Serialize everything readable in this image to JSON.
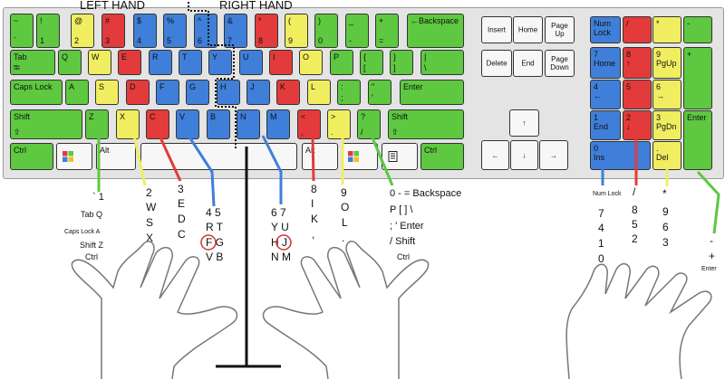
{
  "headers": {
    "left": "LEFT HAND",
    "right": "RIGHT HAND"
  },
  "colors": {
    "green": "#5dc840",
    "yellow": "#f0ee60",
    "red": "#e33b3b",
    "blue": "#3f7fd9",
    "white": "#f7f7f7"
  },
  "keys": [
    {
      "id": "grave",
      "t": "~",
      "b": "`",
      "c": "g"
    },
    {
      "id": "1",
      "t": "!",
      "b": "1",
      "c": "g"
    },
    {
      "id": "2",
      "t": "@",
      "b": "2",
      "c": "y"
    },
    {
      "id": "3",
      "t": "#",
      "b": "3",
      "c": "r"
    },
    {
      "id": "4",
      "t": "$",
      "b": "4",
      "c": "bl"
    },
    {
      "id": "5",
      "t": "%",
      "b": "5",
      "c": "bl"
    },
    {
      "id": "6",
      "t": "^",
      "b": "6",
      "c": "bl"
    },
    {
      "id": "7",
      "t": "&",
      "b": "7",
      "c": "bl"
    },
    {
      "id": "8",
      "t": "*",
      "b": "8",
      "c": "r"
    },
    {
      "id": "9",
      "t": "(",
      "b": "9",
      "c": "y"
    },
    {
      "id": "0",
      "t": ")",
      "b": "0",
      "c": "g"
    },
    {
      "id": "minus",
      "t": "_",
      "b": "-",
      "c": "g"
    },
    {
      "id": "equals",
      "t": "+",
      "b": "=",
      "c": "g"
    },
    {
      "id": "backspace",
      "t": "←Backspace",
      "c": "g"
    },
    {
      "id": "tab",
      "t": "Tab",
      "b": "⭾",
      "c": "g"
    },
    {
      "id": "q",
      "t": "Q",
      "c": "g"
    },
    {
      "id": "w",
      "t": "W",
      "c": "y"
    },
    {
      "id": "e",
      "t": "E",
      "c": "r"
    },
    {
      "id": "r",
      "t": "R",
      "c": "bl"
    },
    {
      "id": "t",
      "t": "T",
      "c": "bl"
    },
    {
      "id": "y",
      "t": "Y",
      "c": "bl"
    },
    {
      "id": "u",
      "t": "U",
      "c": "bl"
    },
    {
      "id": "i",
      "t": "I",
      "c": "r"
    },
    {
      "id": "o",
      "t": "O",
      "c": "y"
    },
    {
      "id": "p",
      "t": "P",
      "c": "g"
    },
    {
      "id": "lbracket",
      "t": "{",
      "b": "[",
      "c": "g"
    },
    {
      "id": "rbracket",
      "t": "}",
      "b": "]",
      "c": "g"
    },
    {
      "id": "backslash",
      "t": "|",
      "b": "\\",
      "c": "g"
    },
    {
      "id": "caps",
      "t": "Caps Lock",
      "c": "g"
    },
    {
      "id": "a",
      "t": "A",
      "c": "g"
    },
    {
      "id": "s",
      "t": "S",
      "c": "y"
    },
    {
      "id": "d",
      "t": "D",
      "c": "r"
    },
    {
      "id": "f",
      "t": "F",
      "c": "bl"
    },
    {
      "id": "g",
      "t": "G",
      "c": "bl"
    },
    {
      "id": "h",
      "t": "H",
      "c": "bl"
    },
    {
      "id": "j",
      "t": "J",
      "c": "bl"
    },
    {
      "id": "k",
      "t": "K",
      "c": "r"
    },
    {
      "id": "l",
      "t": "L",
      "c": "y"
    },
    {
      "id": "semicolon",
      "t": ":",
      "b": ";",
      "c": "g"
    },
    {
      "id": "quote",
      "t": "\"",
      "b": "'",
      "c": "g"
    },
    {
      "id": "enter",
      "t": "Enter",
      "c": "g"
    },
    {
      "id": "lshift",
      "t": "Shift",
      "b": "⇧",
      "c": "g"
    },
    {
      "id": "z",
      "t": "Z",
      "c": "g"
    },
    {
      "id": "x",
      "t": "X",
      "c": "y"
    },
    {
      "id": "c",
      "t": "C",
      "c": "r"
    },
    {
      "id": "v",
      "t": "V",
      "c": "bl"
    },
    {
      "id": "b",
      "t": "B",
      "c": "bl"
    },
    {
      "id": "n",
      "t": "N",
      "c": "bl"
    },
    {
      "id": "m",
      "t": "M",
      "c": "bl"
    },
    {
      "id": "comma",
      "t": "<",
      "b": ",",
      "c": "r"
    },
    {
      "id": "period",
      "t": ">",
      "b": ".",
      "c": "y"
    },
    {
      "id": "slash",
      "t": "?",
      "b": "/",
      "c": "g"
    },
    {
      "id": "rshift",
      "t": "Shift",
      "b": "⇧",
      "c": "g"
    },
    {
      "id": "lctrl",
      "t": "Ctrl",
      "c": "g"
    },
    {
      "id": "lwin",
      "c": "w",
      "icon": "windows-logo-icon"
    },
    {
      "id": "lalt",
      "t": "Alt",
      "c": "w"
    },
    {
      "id": "space",
      "c": "w"
    },
    {
      "id": "ralt",
      "t": "Alt",
      "c": "w"
    },
    {
      "id": "rwin",
      "c": "w",
      "icon": "windows-logo-icon"
    },
    {
      "id": "menu",
      "c": "w",
      "icon": "menu-key-icon"
    },
    {
      "id": "rctrl",
      "t": "Ctrl",
      "c": "g"
    },
    {
      "id": "insert",
      "m": "Insert",
      "c": "w"
    },
    {
      "id": "home",
      "m": "Home",
      "c": "w"
    },
    {
      "id": "pgup",
      "m": "Page\nUp",
      "c": "w"
    },
    {
      "id": "delete",
      "m": "Delete",
      "c": "w"
    },
    {
      "id": "end",
      "m": "End",
      "c": "w"
    },
    {
      "id": "pgdn",
      "m": "Page\nDown",
      "c": "w"
    },
    {
      "id": "up",
      "m": "↑",
      "c": "w"
    },
    {
      "id": "left",
      "m": "←",
      "c": "w"
    },
    {
      "id": "down",
      "m": "↓",
      "c": "w"
    },
    {
      "id": "right",
      "m": "→",
      "c": "w"
    },
    {
      "id": "numlock",
      "t": "Num\nLock",
      "c": "bl"
    },
    {
      "id": "npdiv",
      "t": "/",
      "c": "r"
    },
    {
      "id": "npmul",
      "t": "*",
      "c": "y"
    },
    {
      "id": "npminus",
      "t": "-",
      "c": "g"
    },
    {
      "id": "np7",
      "t": "7\nHome",
      "c": "bl"
    },
    {
      "id": "np8",
      "t": "8\n↑",
      "c": "r"
    },
    {
      "id": "np9",
      "t": "9\nPgUp",
      "c": "y"
    },
    {
      "id": "npplus",
      "t": "+",
      "c": "g"
    },
    {
      "id": "np4",
      "t": "4\n←",
      "c": "bl"
    },
    {
      "id": "np5",
      "t": "5",
      "c": "r"
    },
    {
      "id": "np6",
      "t": "6\n→",
      "c": "y"
    },
    {
      "id": "np1",
      "t": "1\nEnd",
      "c": "bl"
    },
    {
      "id": "np2",
      "t": "2\n↓",
      "c": "r"
    },
    {
      "id": "np3",
      "t": "3\nPgDn",
      "c": "y"
    },
    {
      "id": "npenter",
      "t": "Enter",
      "c": "g"
    },
    {
      "id": "np0",
      "t": "0\nIns",
      "c": "bl"
    },
    {
      "id": "npdot",
      "t": ".\nDel",
      "c": "y"
    }
  ],
  "labels": [
    {
      "id": "lp1",
      "text": "` 1"
    },
    {
      "id": "lp2",
      "text": "Tab Q"
    },
    {
      "id": "lp3",
      "text": "Caps Lock A"
    },
    {
      "id": "lp4",
      "text": "Shift Z"
    },
    {
      "id": "lp5",
      "text": "Ctrl"
    },
    {
      "id": "lr1",
      "text": "2"
    },
    {
      "id": "lr2",
      "text": "W"
    },
    {
      "id": "lr3",
      "text": "S"
    },
    {
      "id": "lr4",
      "text": "X"
    },
    {
      "id": "lm1",
      "text": "3"
    },
    {
      "id": "lm2",
      "text": "E"
    },
    {
      "id": "lm3",
      "text": "D"
    },
    {
      "id": "lm4",
      "text": "C"
    },
    {
      "id": "li1",
      "text": "4 5"
    },
    {
      "id": "li2",
      "text": "R T"
    },
    {
      "id": "li3",
      "text": "F G"
    },
    {
      "id": "li4",
      "text": "V B"
    },
    {
      "id": "ri1",
      "text": "6 7"
    },
    {
      "id": "ri2",
      "text": "Y U"
    },
    {
      "id": "ri3",
      "text": "H J"
    },
    {
      "id": "ri4",
      "text": "N M"
    },
    {
      "id": "rm1",
      "text": "8"
    },
    {
      "id": "rm2",
      "text": "I"
    },
    {
      "id": "rm3",
      "text": "K"
    },
    {
      "id": "rm4",
      "text": ","
    },
    {
      "id": "rr1",
      "text": "9"
    },
    {
      "id": "rr2",
      "text": "O"
    },
    {
      "id": "rr3",
      "text": "L"
    },
    {
      "id": "rr4",
      "text": "."
    },
    {
      "id": "rp1",
      "text": "0 - = Backspace"
    },
    {
      "id": "rp2",
      "text": "P [ ] \\"
    },
    {
      "id": "rp3",
      "text": "; ' Enter"
    },
    {
      "id": "rp4",
      "text": "/ Shift"
    },
    {
      "id": "rp5",
      "text": "Ctrl"
    },
    {
      "id": "nt1",
      "text": "Num Lock"
    },
    {
      "id": "nt2",
      "text": "7"
    },
    {
      "id": "nt3",
      "text": "4"
    },
    {
      "id": "nt4",
      "text": "1"
    },
    {
      "id": "nt5",
      "text": "0"
    },
    {
      "id": "nm1",
      "text": "/"
    },
    {
      "id": "nm2",
      "text": "8"
    },
    {
      "id": "nm3",
      "text": "5"
    },
    {
      "id": "nm4",
      "text": "2"
    },
    {
      "id": "nr1",
      "text": "*"
    },
    {
      "id": "nr2",
      "text": "9"
    },
    {
      "id": "nr3",
      "text": "6"
    },
    {
      "id": "nr4",
      "text": "3"
    },
    {
      "id": "np1l",
      "text": "-"
    },
    {
      "id": "np2l",
      "text": "+"
    },
    {
      "id": "np3l",
      "text": "Enter"
    }
  ]
}
